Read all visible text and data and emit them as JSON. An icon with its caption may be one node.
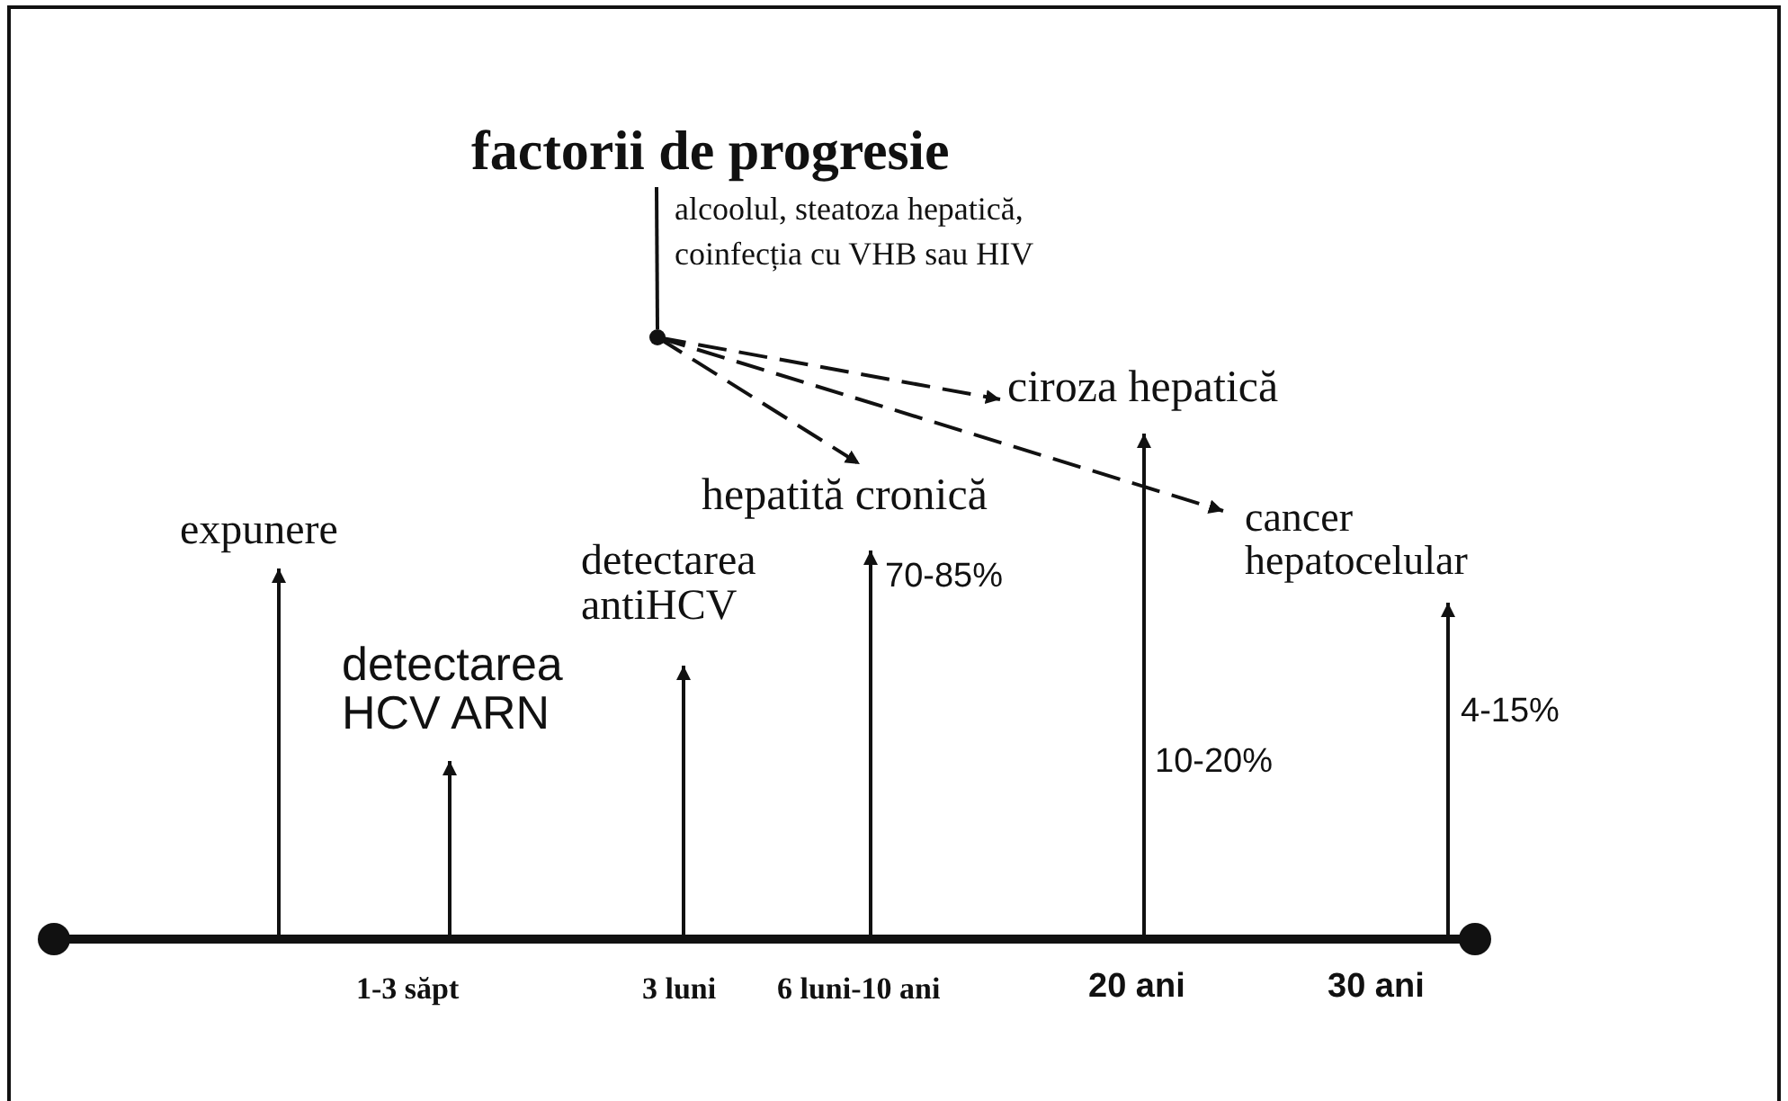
{
  "diagram": {
    "nodes": [
      {
        "text": [
          "factorii de progresie"
        ],
        "beside": [
          "alcoolul, steatoza hepatică, coinfecția cu VHB sau HIV"
        ]
      },
      {
        "text": [],
        "shape": "circle"
      },
      {
        "text": [
          "ciroza hepatică"
        ]
      },
      {
        "text": [
          "hepatită cronică"
        ]
      },
      {
        "text": [
          "cancer hepatocelular"
        ]
      },
      {
        "text": [
          "expunere"
        ]
      },
      {
        "text": [
          "detectarea HCV ARN"
        ]
      },
      {
        "text": [
          "detectarea antiHCV"
        ]
      }
    ],
    "edges": [
      {
        "from": 0,
        "to": 1,
        "arrow": "none"
      },
      {
        "from": 1,
        "to": 3,
        "arrow": "to",
        "style": "dashed"
      },
      {
        "from": 1,
        "to": 2,
        "arrow": "to",
        "style": "dashed"
      },
      {
        "from": 1,
        "to": 4,
        "arrow": "to",
        "style": "dashed"
      },
      {
        "from": null,
        "to": 5,
        "arrow": "to"
      },
      {
        "from": null,
        "to": 6,
        "arrow": "to"
      },
      {
        "from": null,
        "to": 7,
        "arrow": "to"
      },
      {
        "from": null,
        "to": 3,
        "arrow": "to"
      },
      {
        "from": null,
        "to": 2,
        "arrow": "to"
      },
      {
        "from": null,
        "to": 4,
        "arrow": "to"
      }
    ],
    "labels": [
      "70-85%",
      "10-20%",
      "4-15%",
      "1-3 săpt",
      "3 luni",
      "6 luni-10 ani",
      "20 ani",
      "30 ani"
    ]
  }
}
